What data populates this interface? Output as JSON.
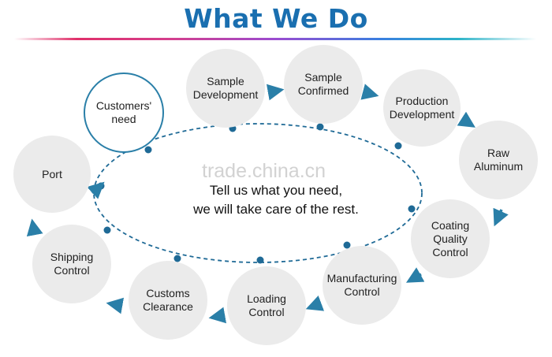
{
  "title": "What We Do",
  "watermark": "trade.china.cn",
  "center_text": {
    "line1": "Tell us what you need,",
    "line2": "we will take care of the rest."
  },
  "steps": [
    {
      "id": "customers-need",
      "label": "Customers'\nneed"
    },
    {
      "id": "sample-development",
      "label": "Sample\nDevelopment"
    },
    {
      "id": "sample-confirmed",
      "label": "Sample\nConfirmed"
    },
    {
      "id": "production-development",
      "label": "Production\nDevelopment"
    },
    {
      "id": "raw-aluminum",
      "label": "Raw\nAluminum"
    },
    {
      "id": "coating-quality-control",
      "label": "Coating\nQuality\nControl"
    },
    {
      "id": "manufacturing-control",
      "label": "Manufacturing\nControl"
    },
    {
      "id": "loading-control",
      "label": "Loading\nControl"
    },
    {
      "id": "customs-clearance",
      "label": "Customs\nClearance"
    },
    {
      "id": "shipping-control",
      "label": "Shipping\nControl"
    },
    {
      "id": "port",
      "label": "Port"
    }
  ],
  "colors": {
    "title": "#1a6fb0",
    "arrow": "#2a7fa8",
    "circle_fill": "#ebebeb",
    "ellipse_stroke": "#1f6a96"
  }
}
